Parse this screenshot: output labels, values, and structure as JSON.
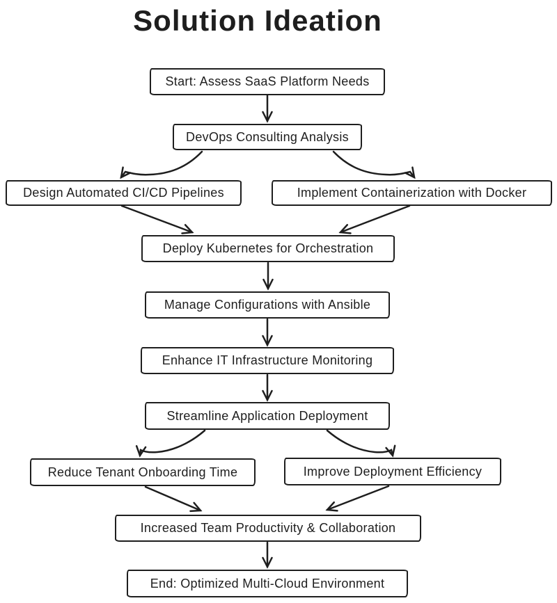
{
  "title": "Solution Ideation",
  "colors": {
    "stroke": "#1e1e1e",
    "background": "#ffffff",
    "node_fill": "#ffffff"
  },
  "nodes": {
    "start": "Start: Assess SaaS Platform Needs",
    "devops": "DevOps Consulting Analysis",
    "design": "Design Automated CI/CD Pipelines",
    "docker": "Implement Containerization with Docker",
    "kubernetes": "Deploy Kubernetes for Orchestration",
    "ansible": "Manage Configurations with Ansible",
    "monitoring": "Enhance IT Infrastructure Monitoring",
    "streamline": "Streamline Application Deployment",
    "reduce": "Reduce Tenant Onboarding Time",
    "improve": "Improve Deployment Efficiency",
    "increased": "Increased Team Productivity & Collaboration",
    "end": "End: Optimized Multi-Cloud Environment"
  },
  "edges": [
    {
      "from": "start",
      "to": "devops"
    },
    {
      "from": "devops",
      "to": "design"
    },
    {
      "from": "devops",
      "to": "docker"
    },
    {
      "from": "design",
      "to": "kubernetes"
    },
    {
      "from": "docker",
      "to": "kubernetes"
    },
    {
      "from": "kubernetes",
      "to": "ansible"
    },
    {
      "from": "ansible",
      "to": "monitoring"
    },
    {
      "from": "monitoring",
      "to": "streamline"
    },
    {
      "from": "streamline",
      "to": "reduce"
    },
    {
      "from": "streamline",
      "to": "improve"
    },
    {
      "from": "reduce",
      "to": "increased"
    },
    {
      "from": "improve",
      "to": "increased"
    },
    {
      "from": "increased",
      "to": "end"
    }
  ]
}
